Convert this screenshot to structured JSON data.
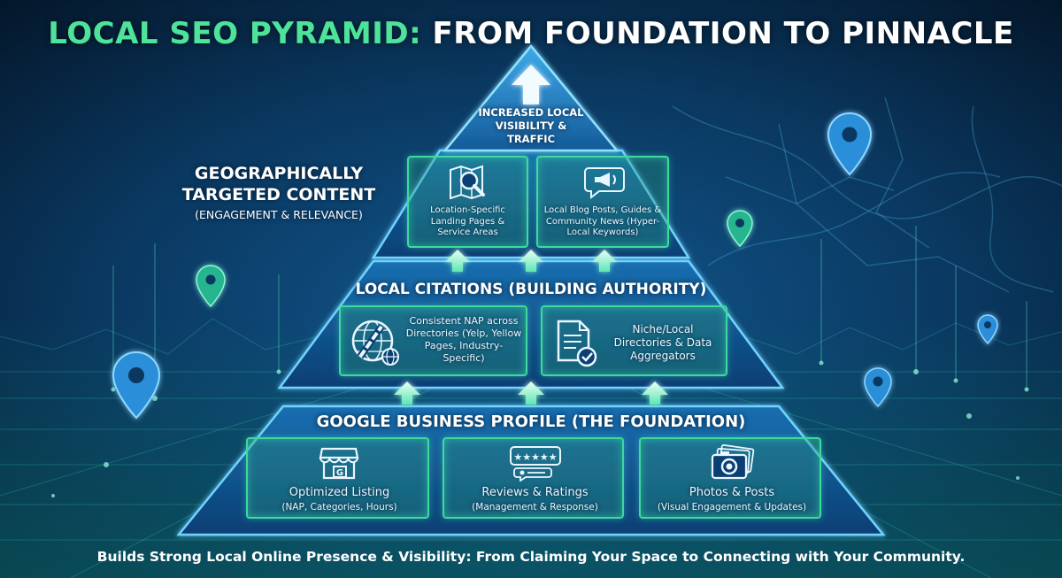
{
  "title": {
    "accent": "LOCAL SEO PYRAMID:",
    "main": " FROM FOUNDATION TO PINNACLE"
  },
  "apex": {
    "label": "INCREASED LOCAL VISIBILITY & TRAFFIC"
  },
  "tier3": {
    "side_title": "GEOGRAPHICALLY TARGETED CONTENT",
    "side_subtitle": "(ENGAGEMENT & RELEVANCE)",
    "cards": [
      {
        "text": "Location-Specific Landing Pages & Service Areas",
        "icon": "search-map-icon"
      },
      {
        "text": "Local Blog Posts, Guides & Community News (Hyper-Local Keywords)",
        "icon": "megaphone-icon"
      }
    ]
  },
  "tier2": {
    "title": "LOCAL CITATIONS (BUILDING AUTHORITY)",
    "cards": [
      {
        "text": "Consistent NAP across Directories (Yelp, Yellow Pages, Industry-Specific)",
        "icon": "globe-link-icon"
      },
      {
        "text": "Niche/Local Directories & Data Aggregators",
        "icon": "document-check-icon"
      }
    ]
  },
  "tier1": {
    "title": "GOOGLE BUSINESS PROFILE (THE FOUNDATION)",
    "cards": [
      {
        "title": "Optimized Listing",
        "subtitle": "(NAP, Categories, Hours)",
        "icon": "storefront-icon"
      },
      {
        "title": "Reviews & Ratings",
        "subtitle": "(Management & Response)",
        "icon": "review-stars-icon"
      },
      {
        "title": "Photos & Posts",
        "subtitle": "(Visual Engagement & Updates)",
        "icon": "camera-photos-icon"
      }
    ]
  },
  "footer": "Builds Strong Local Online Presence & Visibility: From Claiming Your Space to Connecting with Your Community.",
  "colors": {
    "accent": "#4de39a",
    "glow": "#3dd9a0",
    "background": "#06203a",
    "tier_blue": "#0e4f8a"
  }
}
